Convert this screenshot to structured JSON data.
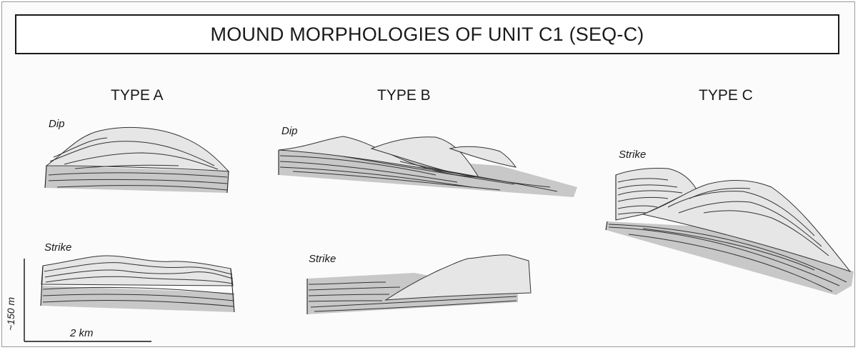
{
  "title": "MOUND MORPHOLOGIES OF UNIT C1 (SEQ-C)",
  "types": [
    {
      "label": "TYPE A",
      "sections": [
        "Dip",
        "Strike"
      ]
    },
    {
      "label": "TYPE B",
      "sections": [
        "Dip",
        "Strike"
      ]
    },
    {
      "label": "TYPE C",
      "sections": [
        "Strike"
      ]
    }
  ],
  "scale": {
    "vertical": "~150 m",
    "horizontal": "2 km"
  },
  "colors": {
    "shading": "#c8c8c8",
    "mound_fill": "#e6e6e6",
    "line": "#333333"
  }
}
